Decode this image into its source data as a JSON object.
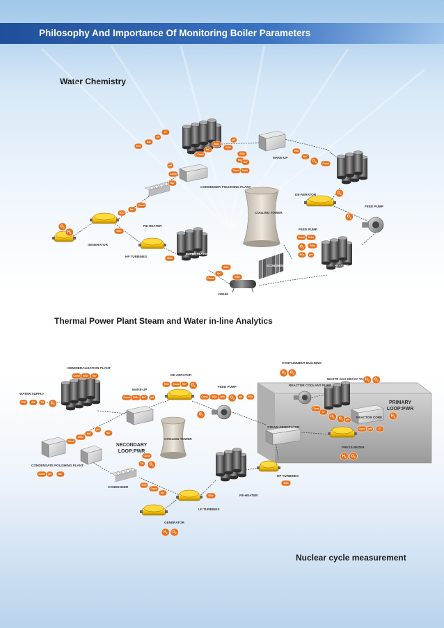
{
  "header": {
    "title": "Philosophy And Importance Of Monitoring Boiler Parameters"
  },
  "sections": {
    "water_chemistry": "Water Chemistry",
    "thermal": "Thermal Power Plant Steam and Water in-line Analytics",
    "nuclear": "Nuclear cycle measurement"
  },
  "colors": {
    "badge": "#e8711c",
    "banner": "#2f5fa8",
    "turbine": "#f2c21a",
    "tank": "#6a6a6a"
  },
  "diagram1": {
    "labels": {
      "make_up": "MAKE-UP",
      "condenser_polishing": "CONDENSER POLISHING PLANT",
      "cooling_tower": "COOLING TOWER",
      "de_aerator": "DE-AERATOR",
      "feed_pump_top": "FEED PUMP",
      "feed_pump_mid": "FEED PUMP",
      "re_heater": "RE-HEATER",
      "generator": "GENERATOR",
      "hp_turbines": "HP TURBINES",
      "super_heaters": "SUPER HEATERS",
      "economiser": "ECONOMISER",
      "drum": "DRUM",
      "heaters": "HEATERS"
    }
  },
  "diagram2": {
    "labels": {
      "containment": "CONTAINMENT BUILDING",
      "demin": "DEMINERALIZATION PLANT",
      "de_aerator": "DE-AERATOR",
      "make_up": "MAKE-UP",
      "water_supply": "WATER SUPPLY",
      "feed_pump": "FEED PUMP",
      "waste_gas": "WASTE GAS DECAY TANKS",
      "reactor_pump": "REACTOR COOLANT PUMP",
      "primary_1": "PRIMARY",
      "primary_2": "LOOP:PWR",
      "reactor_core": "REACTOR CORE",
      "steam_gen": "STEAM GENERATOR",
      "secondary_1": "SECONDARY",
      "secondary_2": "LOOP:PWR",
      "cooling_tower": "COOLING TOWER",
      "pressurizer": "PRESSURIZER",
      "condensate_polishing": "CONDENSATE POLISHING PLANT",
      "condenser": "CONDENSER",
      "hp_turbines": "HP TURBINES",
      "re_heater": "RE-HEATER",
      "lp_turbines": "LP TURBINES",
      "generator": "GENERATOR"
    }
  },
  "badges": {
    "d1": [
      {
        "t": "Cl",
        "s": "-"
      },
      {
        "t": "TH"
      },
      {
        "t": "Alk"
      },
      {
        "t": "TOC"
      },
      {
        "t": "SiO",
        "sub": "2"
      },
      {
        "t": "Cond"
      },
      {
        "t": "pH"
      },
      {
        "t": "Na",
        "s": "+"
      },
      {
        "t": "Na",
        "s": "+"
      },
      {
        "t": "SiO",
        "sub": "2"
      },
      {
        "t": "Cond"
      },
      {
        "t": "pH"
      },
      {
        "t": "SiO",
        "sub": "2"
      },
      {
        "t": "Na",
        "s": "+"
      },
      {
        "t": "Cond"
      },
      {
        "t": "N",
        "sub": "2",
        "t2": "H",
        "sub2": "4"
      },
      {
        "t": "pH"
      },
      {
        "t": "Cond"
      },
      {
        "t": "Na",
        "s": "+"
      },
      {
        "t": "TOC"
      },
      {
        "t": "Na",
        "s": "+"
      },
      {
        "t": "O",
        "sub": "2"
      },
      {
        "t": "Cond"
      },
      {
        "t": "O",
        "sub": "2"
      },
      {
        "t": "O",
        "sub": "2"
      },
      {
        "t": "Cond"
      },
      {
        "t": "Na",
        "s": "+"
      },
      {
        "t": "TOC"
      },
      {
        "t": "SiO",
        "sub": "2"
      },
      {
        "t": "O",
        "sub": "2"
      },
      {
        "t": "H",
        "sub": "2"
      },
      {
        "t": "SiO",
        "sub": "2"
      },
      {
        "t": "Cond"
      },
      {
        "t": "N",
        "sub": "2",
        "t2": "H",
        "sub2": "4"
      },
      {
        "t": "O",
        "sub": "2"
      },
      {
        "t": "SiO",
        "sub": "2"
      },
      {
        "t": "PO",
        "sub": "4"
      },
      {
        "t": "pH"
      },
      {
        "t": "SiO",
        "sub": "2"
      },
      {
        "t": "Na",
        "s": "+"
      },
      {
        "t": "Cond"
      },
      {
        "t": "SiO",
        "sub": "2"
      }
    ],
    "d2": [
      {
        "t": "Cond"
      },
      {
        "t": "SiO",
        "sub": "2"
      },
      {
        "t": "Na",
        "s": "+"
      },
      {
        "t": "TOC"
      },
      {
        "t": "Alk"
      },
      {
        "t": "TH"
      },
      {
        "t": "O",
        "sub": "2"
      },
      {
        "t": "Cond"
      },
      {
        "t": "SiO",
        "sub": "2"
      },
      {
        "t": "Na",
        "s": "+"
      },
      {
        "t": "pH"
      },
      {
        "t": "TOC"
      },
      {
        "t": "Cond"
      },
      {
        "t": "Na",
        "s": "+"
      },
      {
        "t": "O",
        "sub": "2"
      },
      {
        "t": "Cond"
      },
      {
        "t": "SiO",
        "sub": "2"
      },
      {
        "t": "NH",
        "sub": "3"
      },
      {
        "t": "O",
        "sub": "2"
      },
      {
        "t": "pH"
      },
      {
        "t": "PO",
        "sub": "4"
      },
      {
        "t": "O",
        "sub": "2"
      },
      {
        "t": "H",
        "sub": "2"
      },
      {
        "t": "O",
        "sub": "2"
      },
      {
        "t": "H",
        "sub": "2"
      },
      {
        "t": "O",
        "sub": "2"
      },
      {
        "t": "Cond"
      },
      {
        "t": "Cl",
        "s": "-"
      },
      {
        "t": "H",
        "sub": "2"
      },
      {
        "t": "O",
        "sub": "2"
      },
      {
        "t": "pH"
      },
      {
        "t": "H",
        "sub": "2"
      },
      {
        "t": "Cond"
      },
      {
        "t": "pH"
      },
      {
        "t": "Cl",
        "s": "-"
      },
      {
        "t": "Cond"
      },
      {
        "t": "SiO",
        "sub": "2"
      },
      {
        "t": "Na",
        "s": "+"
      },
      {
        "t": "pH"
      },
      {
        "t": "Na",
        "s": "+"
      },
      {
        "t": "Cond"
      },
      {
        "t": "pH"
      },
      {
        "t": "Na",
        "s": "+"
      },
      {
        "t": "TH"
      },
      {
        "t": "O",
        "sub": "2"
      },
      {
        "t": "Cond"
      },
      {
        "t": "TOC"
      },
      {
        "t": "Cond"
      },
      {
        "t": "Na",
        "s": "+"
      },
      {
        "t": "SiO",
        "sub": "2"
      },
      {
        "t": "SiO",
        "sub": "2"
      },
      {
        "t": "H",
        "sub": "2"
      },
      {
        "t": "O",
        "sub": "2"
      },
      {
        "t": "H",
        "sub": "2"
      },
      {
        "t": "O",
        "sub": "2"
      }
    ]
  }
}
